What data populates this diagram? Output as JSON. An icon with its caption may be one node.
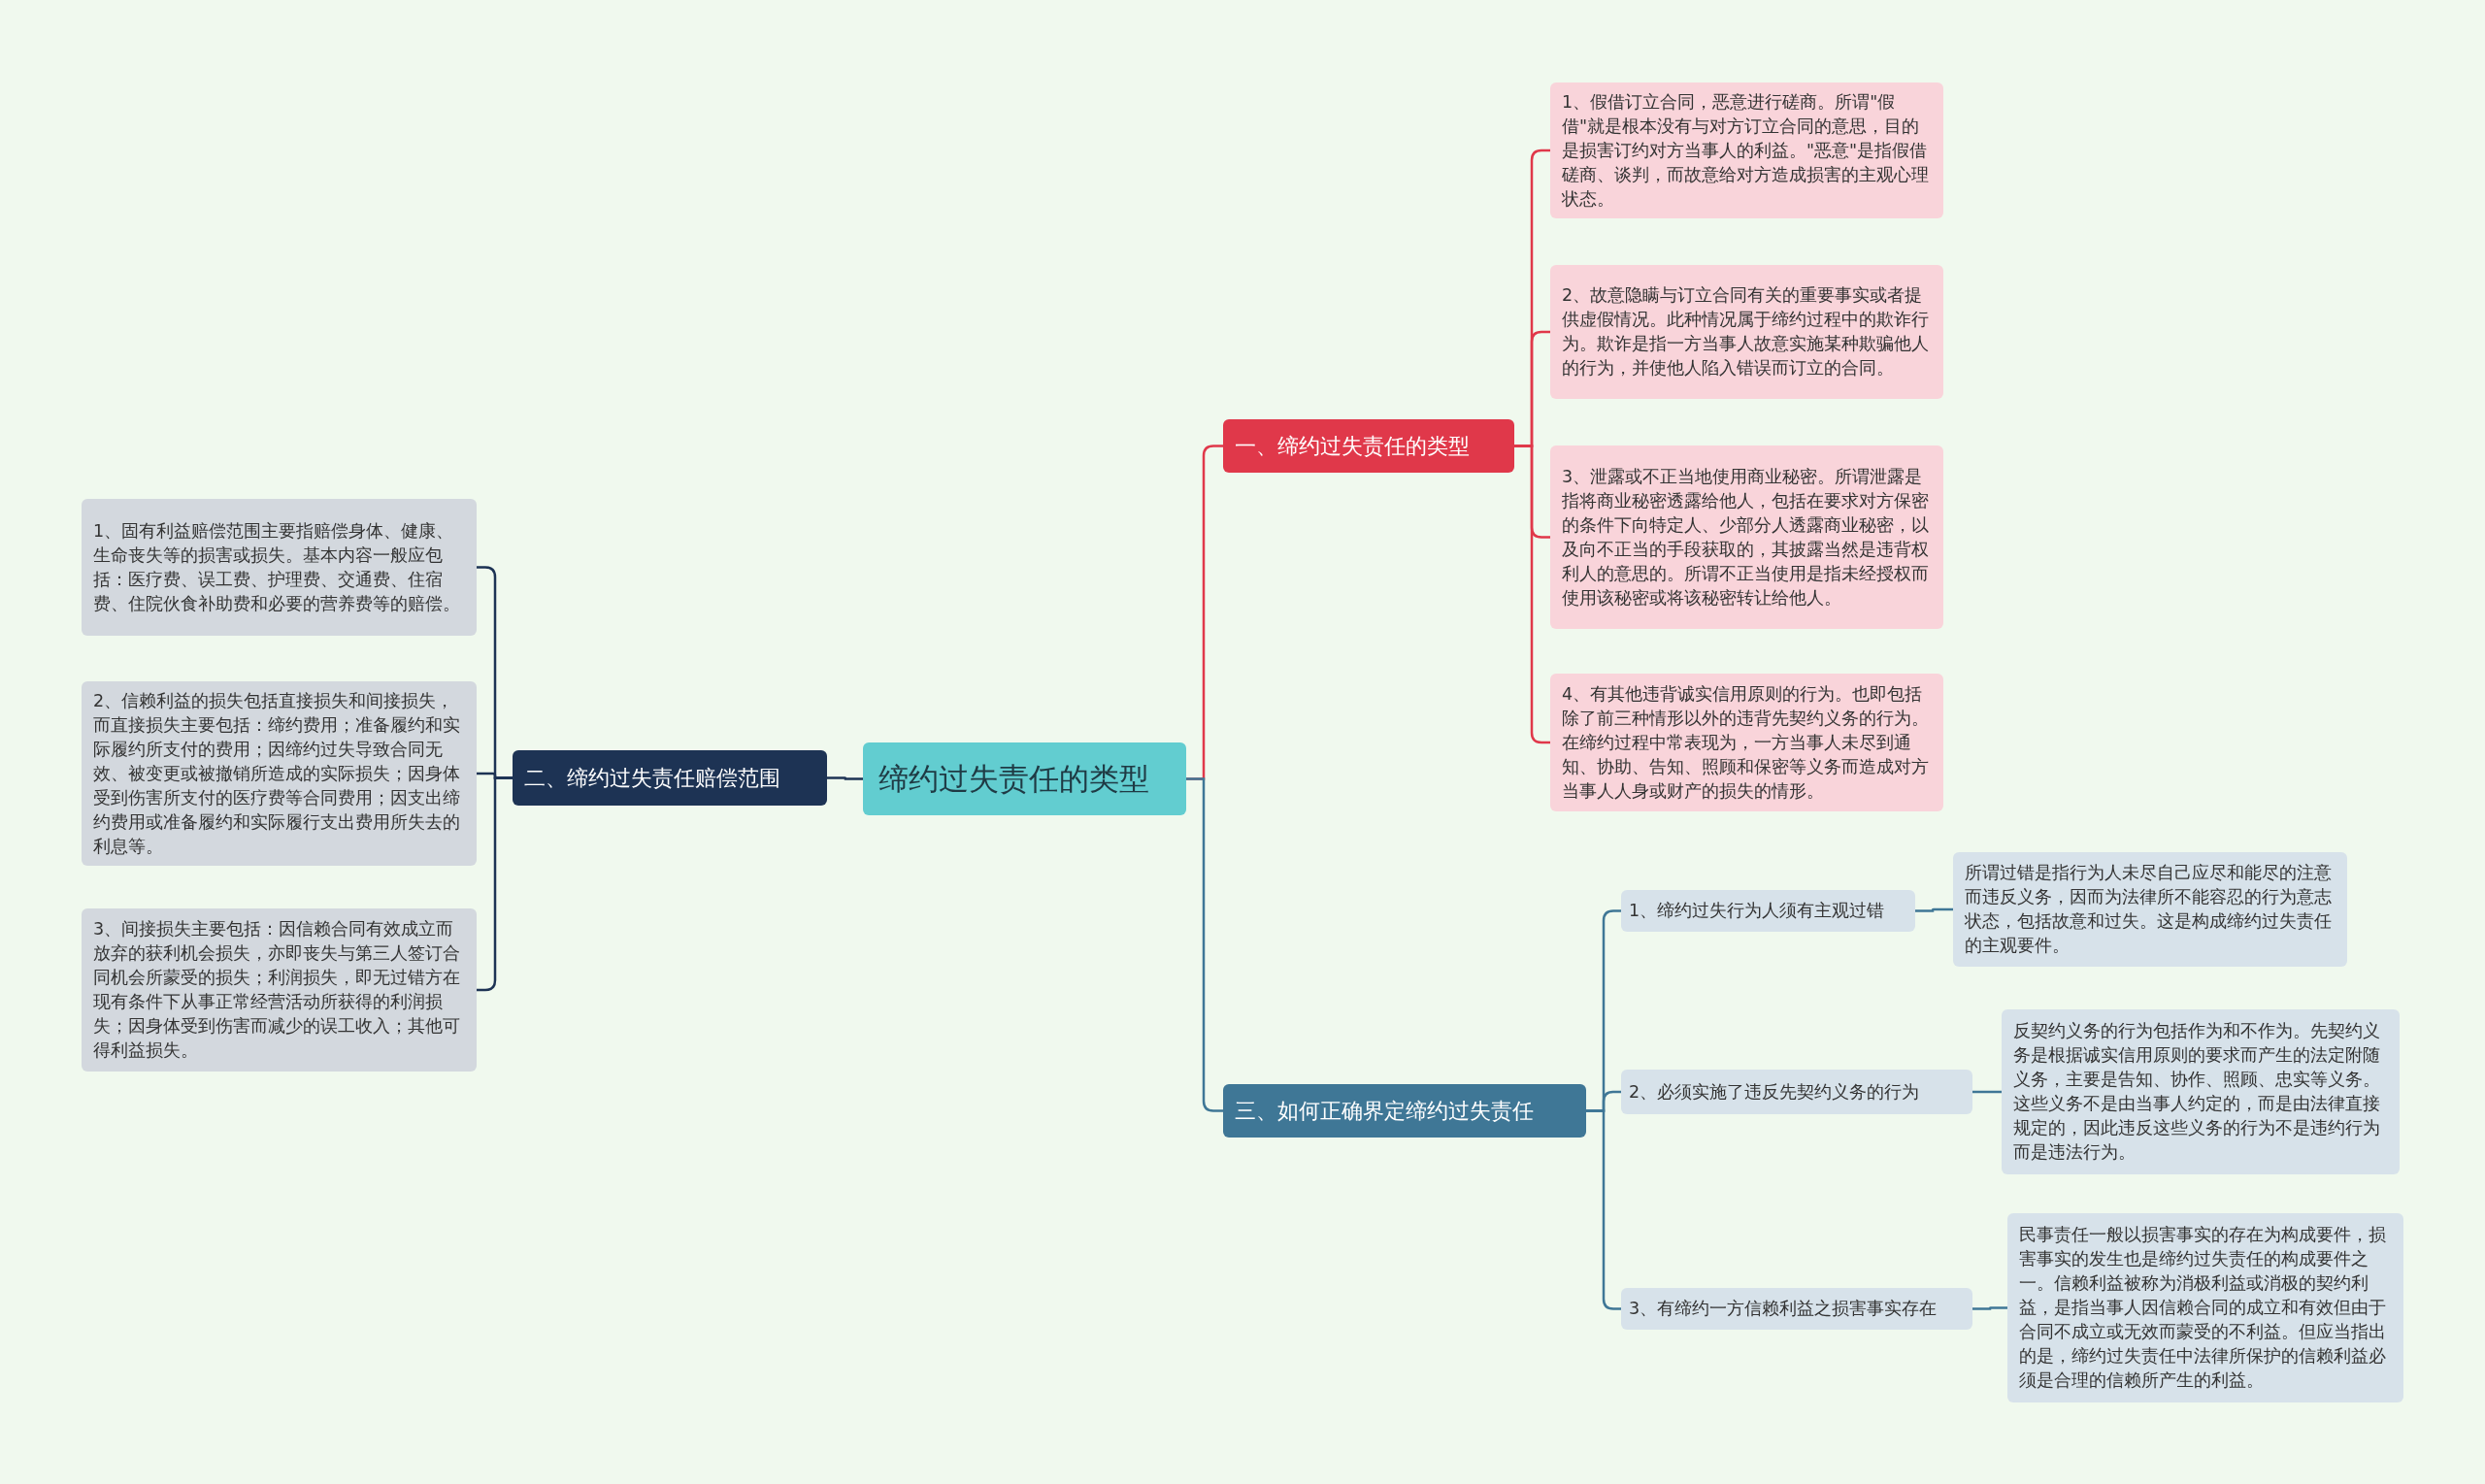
{
  "diagram": {
    "nodes": [
      {
        "text": [
          "缔约过失责任的类型"
        ]
      },
      {
        "text": [
          "一、缔约过失责任的类型"
        ]
      },
      {
        "text": [
          "1、假借订立合同，恶意进行磋商。所谓\"假借\"就是根本没有与对方订立合同的意思，目的是损害订约对方当事人的利益。\"恶意\"是指假借磋商、谈判，而故意给对方造成损害的主观心理状态。"
        ]
      },
      {
        "text": [
          "2、故意隐瞒与订立合同有关的重要事实或者提供虚假情况。此种情况属于缔约过程中的欺诈行为。欺诈是指一方当事人故意实施某种欺骗他人的行为，并使他人陷入错误而订立的合同。"
        ]
      },
      {
        "text": [
          "3、泄露或不正当地使用商业秘密。所谓泄露是指将商业秘密透露给他人，包括在要求对方保密的条件下向特定人、少部分人透露商业秘密，以及向不正当的手段获取的，其披露当然是违背权利人的意思的。所谓不正当使用是指未经授权而使用该秘密或将该秘密转让给他人。"
        ]
      },
      {
        "text": [
          "4、有其他违背诚实信用原则的行为。也即包括除了前三种情形以外的违背先契约义务的行为。在缔约过程中常表现为，一方当事人未尽到通知、协助、告知、照顾和保密等义务而造成对方当事人人身或财产的损失的情形。"
        ]
      },
      {
        "text": [
          "二、缔约过失责任赔偿范围"
        ]
      },
      {
        "text": [
          "1、固有利益赔偿范围主要指赔偿身体、健康、生命丧失等的损害或损失。基本内容一般应包括：医疗费、误工费、护理费、交通费、住宿费、住院伙食补助费和必要的营养费等的赔偿。"
        ]
      },
      {
        "text": [
          "2、信赖利益的损失包括直接损失和间接损失，而直接损失主要包括：缔约费用；准备履约和实际履约所支付的费用；因缔约过失导致合同无效、被变更或被撤销所造成的实际损失；因身体受到伤害所支付的医疗费等合同费用；因支出缔约费用或准备履约和实际履行支出费用所失去的利息等。"
        ]
      },
      {
        "text": [
          "3、间接损失主要包括：因信赖合同有效成立而放弃的获利机会损失，亦即丧失与第三人签订合同机会所蒙受的损失；利润损失，即无过错方在现有条件下从事正常经营活动所获得的利润损失；因身体受到伤害而减少的误工收入；其他可得利益损失。"
        ]
      },
      {
        "text": [
          "三、如何正确界定缔约过失责任"
        ]
      },
      {
        "text": [
          "1、缔约过失行为人须有主观过错"
        ]
      },
      {
        "text": [
          "所谓过错是指行为人未尽自己应尽和能尽的注意而违反义务，因而为法律所不能容忍的行为意志状态，包括故意和过失。这是构成缔约过失责任的主观要件。"
        ]
      },
      {
        "text": [
          "2、必须实施了违反先契约义务的行为"
        ]
      },
      {
        "text": [
          "反契约义务的行为包括作为和不作为。先契约义务是根据诚实信用原则的要求而产生的法定附随义务，主要是告知、协作、照顾、忠实等义务。这些义务不是由当事人约定的，而是由法律直接规定的，因此违反这些义务的行为不是违约行为而是违法行为。"
        ]
      },
      {
        "text": [
          "3、有缔约一方信赖利益之损害事实存在"
        ]
      },
      {
        "text": [
          "民事责任一般以损害事实的存在为构成要件，损害事实的发生也是缔约过失责任的构成要件之一。信赖利益被称为消极利益或消极的契约利益，是指当事人因信赖合同的成立和有效但由于合同不成立或无效而蒙受的不利益。但应当指出的是，缔约过失责任中法律所保护的信赖利益必须是合理的信赖所产生的利益。"
        ]
      }
    ],
    "edges": [
      {
        "from": 0,
        "to": 1,
        "arrow": "none",
        "color": "#e0384a"
      },
      {
        "from": 1,
        "to": 2,
        "arrow": "none",
        "color": "#e0384a"
      },
      {
        "from": 1,
        "to": 3,
        "arrow": "none",
        "color": "#e0384a"
      },
      {
        "from": 1,
        "to": 4,
        "arrow": "none",
        "color": "#e0384a"
      },
      {
        "from": 1,
        "to": 5,
        "arrow": "none",
        "color": "#e0384a"
      },
      {
        "from": 0,
        "to": 6,
        "arrow": "none",
        "color": "#1d3354"
      },
      {
        "from": 6,
        "to": 7,
        "arrow": "none",
        "color": "#1d3354"
      },
      {
        "from": 6,
        "to": 8,
        "arrow": "none",
        "color": "#1d3354"
      },
      {
        "from": 6,
        "to": 9,
        "arrow": "none",
        "color": "#1d3354"
      },
      {
        "from": 0,
        "to": 10,
        "arrow": "none"
      },
      {
        "from": 10,
        "to": 11,
        "arrow": "none"
      },
      {
        "from": 10,
        "to": 13,
        "arrow": "none"
      },
      {
        "from": 10,
        "to": 15,
        "arrow": "none"
      },
      {
        "from": 11,
        "to": 12,
        "arrow": "none"
      },
      {
        "from": 13,
        "to": 14,
        "arrow": "none"
      },
      {
        "from": 15,
        "to": 16,
        "arrow": "none"
      }
    ]
  }
}
